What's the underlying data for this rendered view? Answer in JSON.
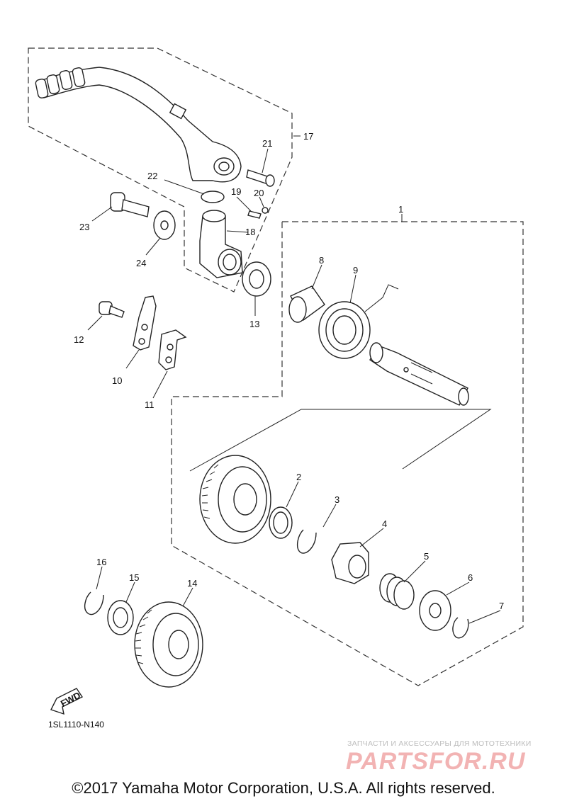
{
  "diagram": {
    "callouts": [
      "1",
      "2",
      "3",
      "4",
      "5",
      "6",
      "7",
      "8",
      "9",
      "10",
      "11",
      "12",
      "13",
      "14",
      "15",
      "16",
      "17",
      "18",
      "19",
      "20",
      "21",
      "22",
      "23",
      "24"
    ],
    "fwd_label": "FWD",
    "drawing_code": "1SL1110-N140"
  },
  "watermark": {
    "subtitle": "ЗАПЧАСТИ И АКСЕССУАРЫ ДЛЯ МОТОТЕХНИКИ",
    "logo": "PARTSFOR.RU"
  },
  "footer": {
    "copyright": "©2017 Yamaha Motor Corporation, U.S.A. All rights reserved."
  }
}
